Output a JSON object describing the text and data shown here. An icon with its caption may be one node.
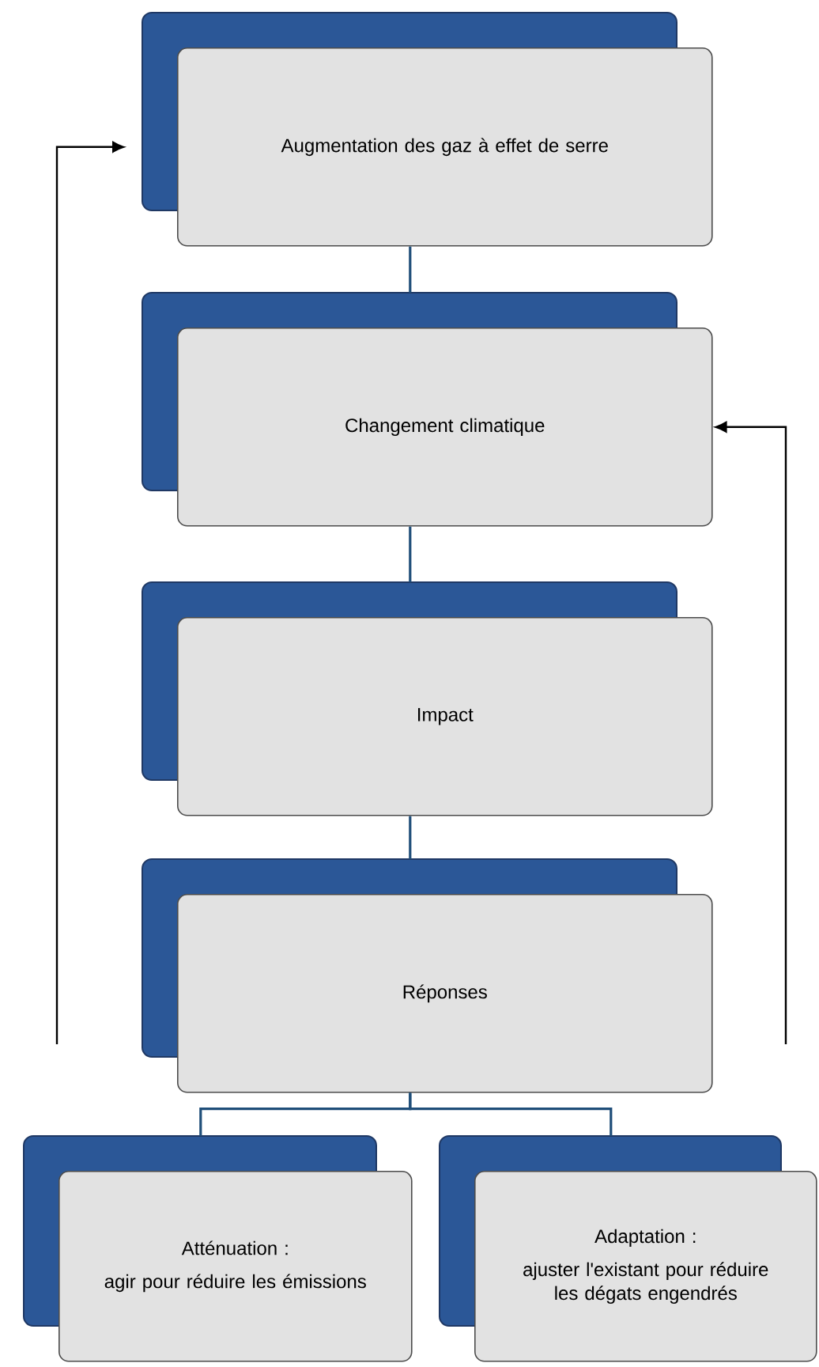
{
  "diagram": {
    "nodes": [
      {
        "text": [
          "Augmentation des gaz à effet de serre"
        ]
      },
      {
        "text": [
          "Changement climatique"
        ]
      },
      {
        "text": [
          "Impact"
        ]
      },
      {
        "text": [
          "Réponses"
        ]
      },
      {
        "text": [
          "Atténuation :",
          "agir pour réduire les émissions"
        ]
      },
      {
        "text": [
          "Adaptation :",
          "ajuster l'existant pour réduire les dégats engendrés"
        ]
      }
    ],
    "edges": [
      {
        "from": 0,
        "to": 1,
        "arrow": "none"
      },
      {
        "from": 1,
        "to": 2,
        "arrow": "none"
      },
      {
        "from": 2,
        "to": 3,
        "arrow": "none"
      },
      {
        "from": 3,
        "to": 4,
        "arrow": "none"
      },
      {
        "from": 3,
        "to": 5,
        "arrow": "none"
      },
      {
        "from": null,
        "to": 0,
        "arrow": "to",
        "color": "#000000"
      },
      {
        "from": null,
        "to": 1,
        "arrow": "to",
        "color": "#000000"
      }
    ]
  }
}
